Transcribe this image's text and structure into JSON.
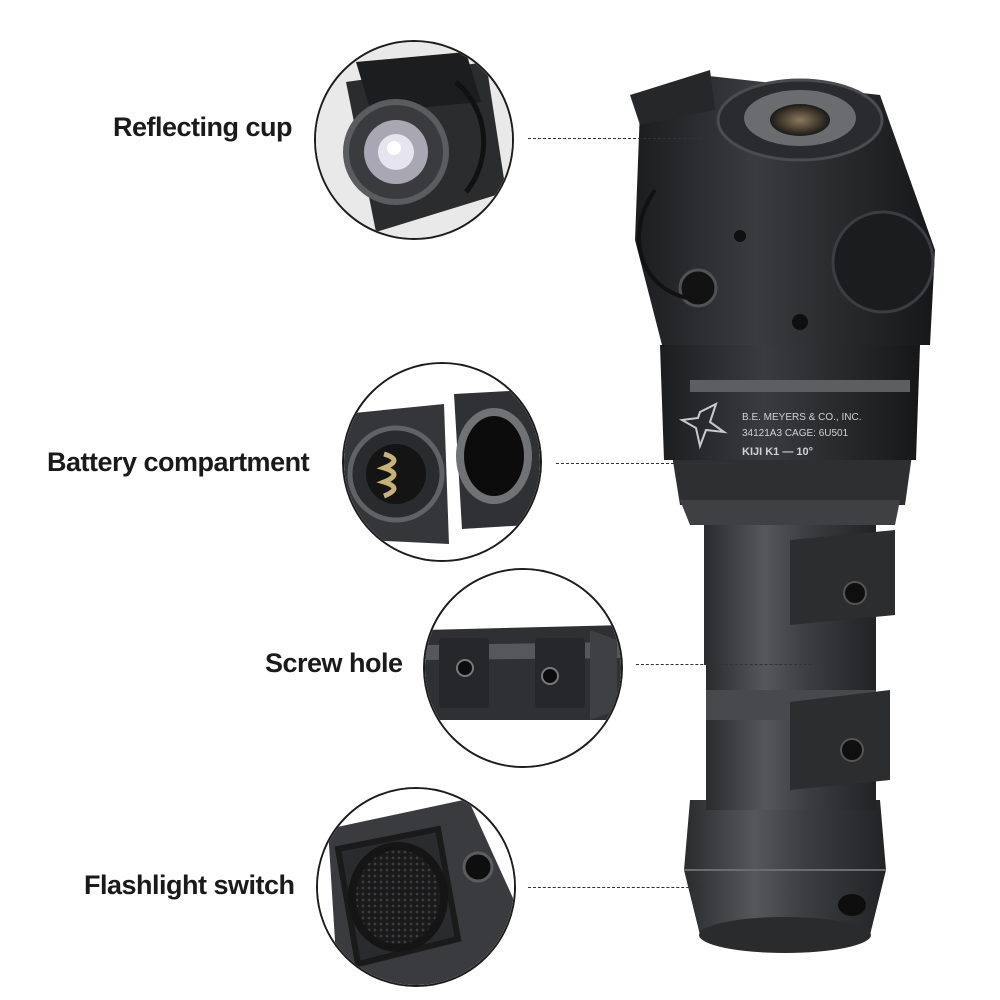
{
  "callouts": [
    {
      "label": "Reflecting cup"
    },
    {
      "label": "Battery compartment"
    },
    {
      "label": "Screw hole"
    },
    {
      "label": "Flashlight switch"
    }
  ],
  "engraving": {
    "line1": "B.E. MEYERS & CO., INC.",
    "line2": "34121A3   CAGE: 6U501",
    "line3": "KIJI  K1 — 10°"
  },
  "colors": {
    "body": "#3a3b3d",
    "dark": "#1e1f21",
    "highlight": "#6a6c70",
    "label": "#1a1a1a"
  }
}
